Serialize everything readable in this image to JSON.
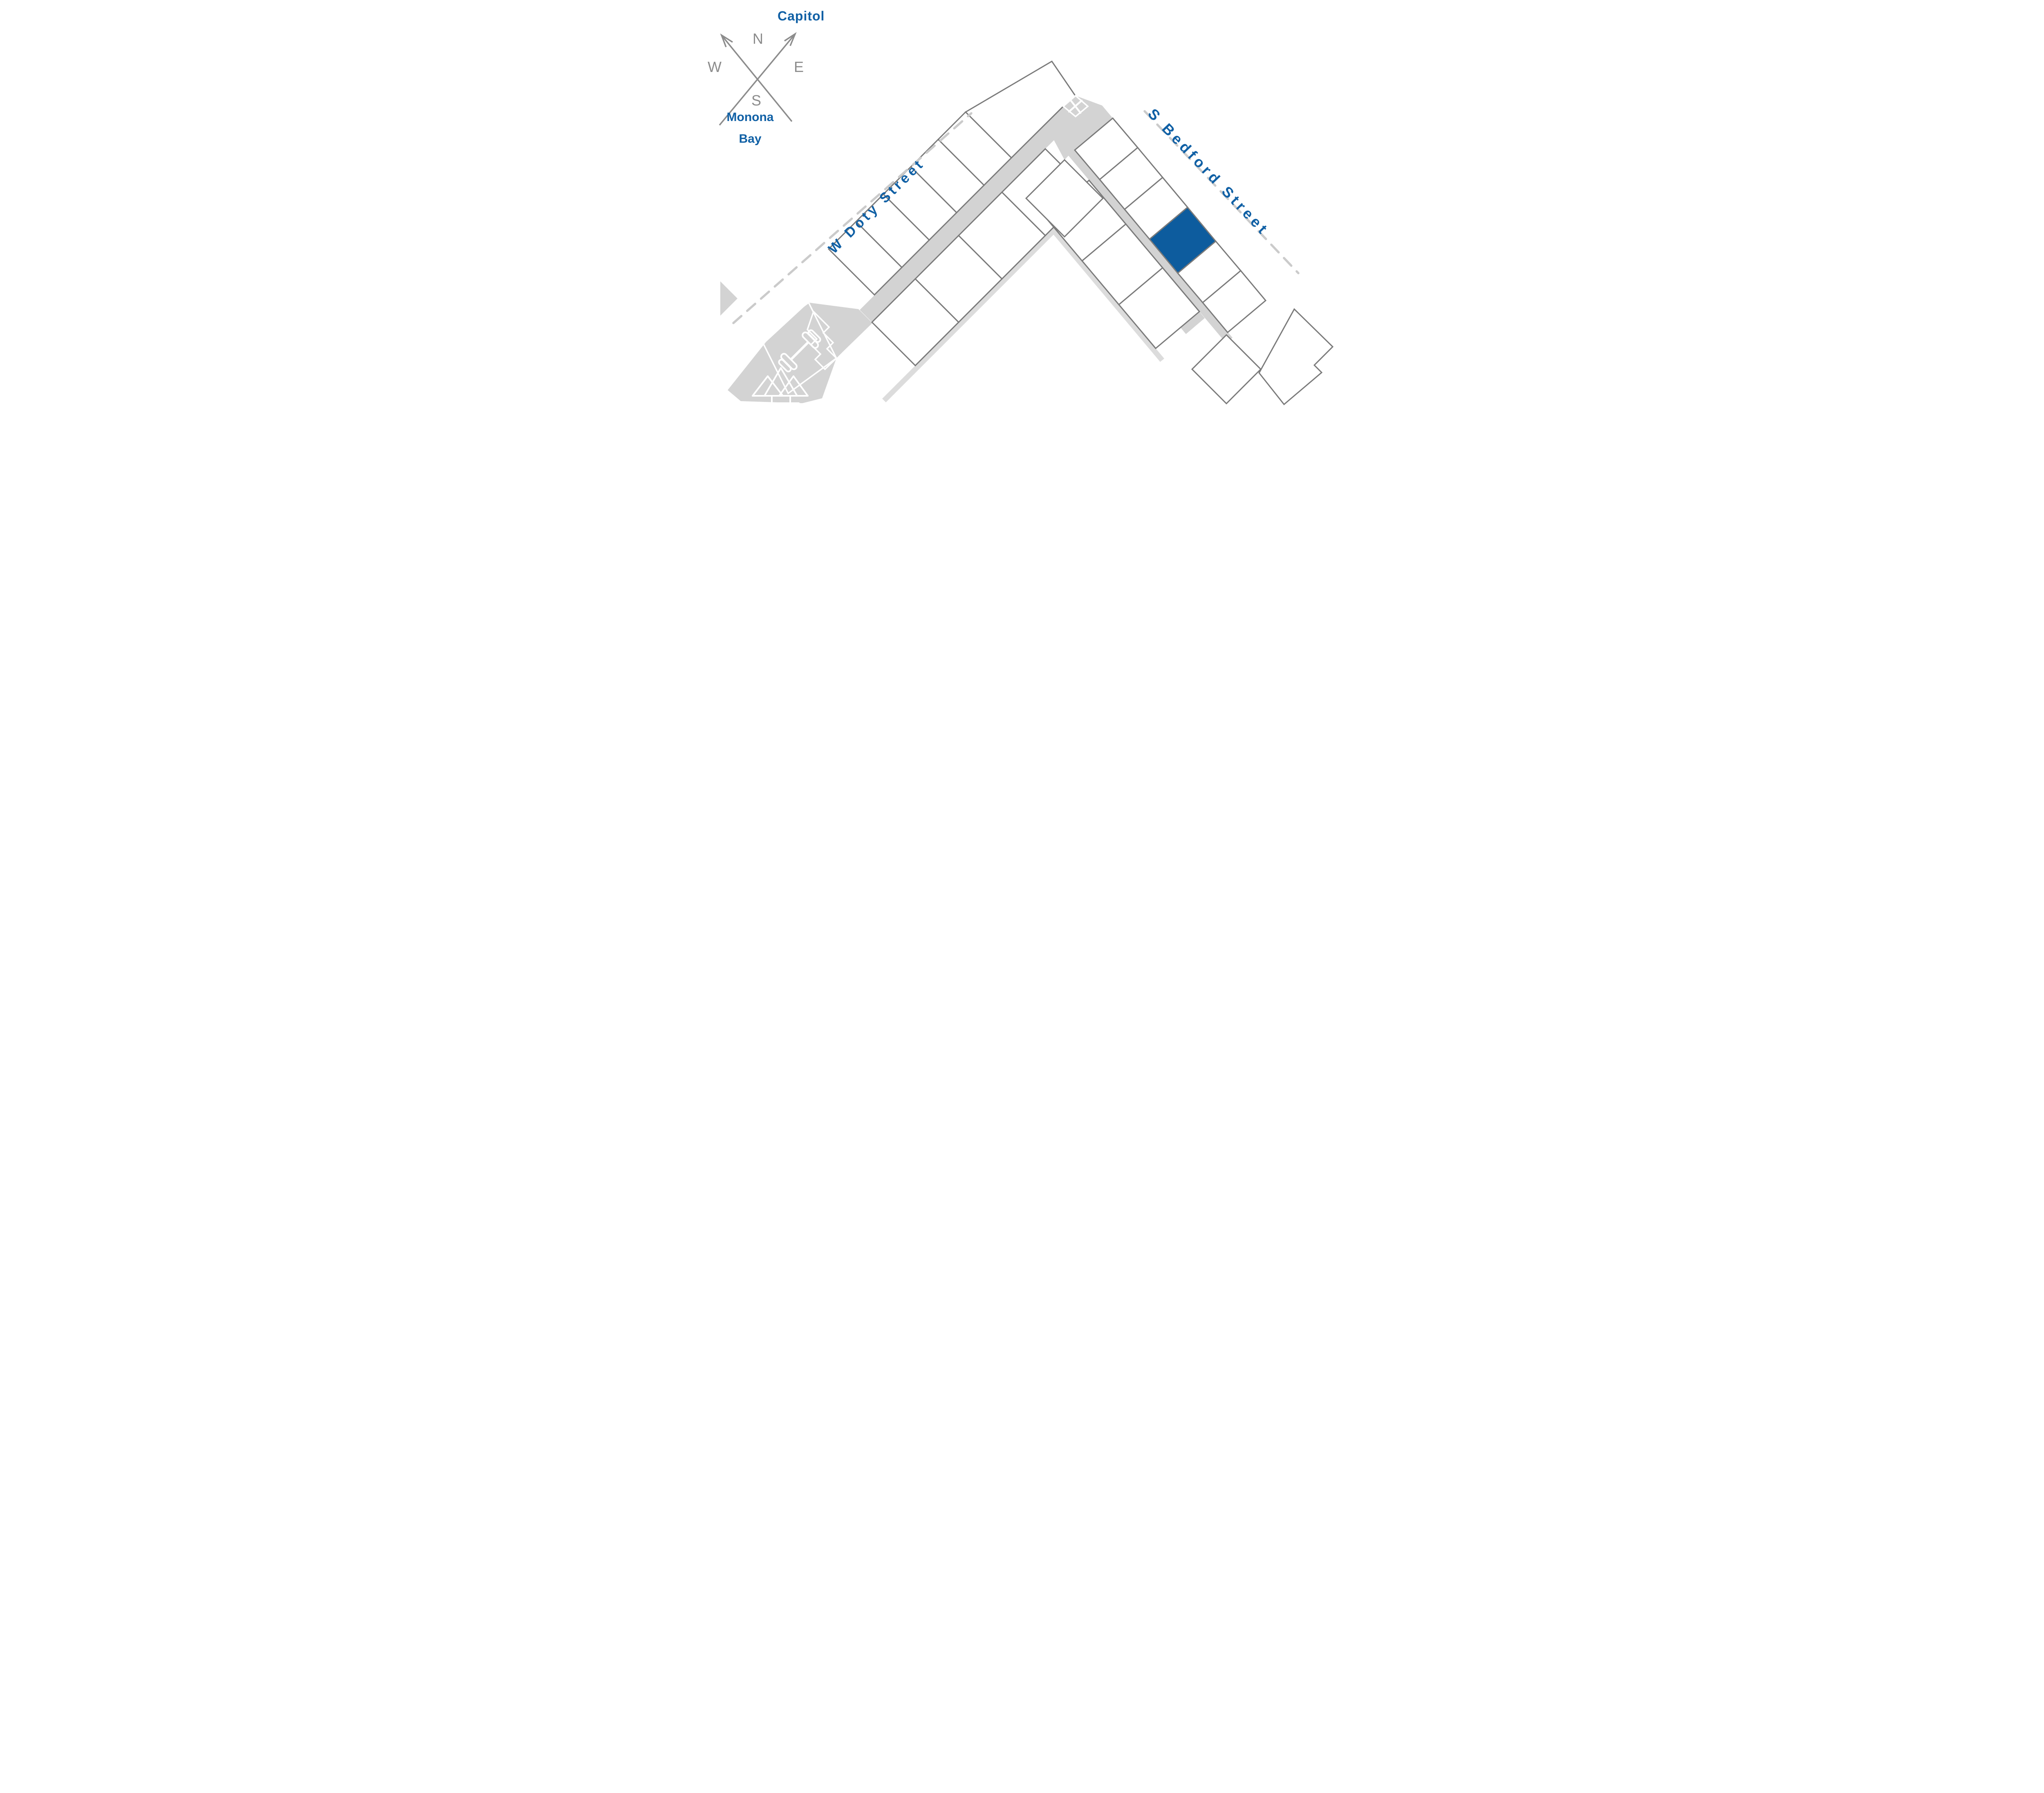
{
  "page": {
    "background": "#ffffff"
  },
  "map": {
    "landmark_labels": {
      "capitol": "Capitol",
      "water_line1": "Monona",
      "water_line2": "Bay"
    },
    "compass": {
      "north": "N",
      "east": "E",
      "south": "S",
      "west": "W"
    },
    "streets": {
      "left": {
        "name": "W Doty Street"
      },
      "right": {
        "name": "S Bedford Street"
      }
    },
    "parcels": {
      "white_parcel_count": 18,
      "highlighted": {
        "fill": "#0d5c9e",
        "frontage": "S Bedford Street"
      },
      "crossed_lot": {
        "symbol": "X"
      }
    },
    "icons": [
      "compass-arrows-icon",
      "x-mark-icon",
      "dumbbell-icon",
      "trees-icon"
    ],
    "colors": {
      "accent_blue": "#0d5c9e",
      "text_blue": "#1060a5",
      "road_gray": "#d3d3d3",
      "path_strip_gray": "#dcdcdc",
      "parcel_border_gray": "#7a7a7a",
      "street_dash_gray": "#cbcbcb",
      "compass_gray": "#8c8c8c",
      "white": "#ffffff"
    }
  }
}
